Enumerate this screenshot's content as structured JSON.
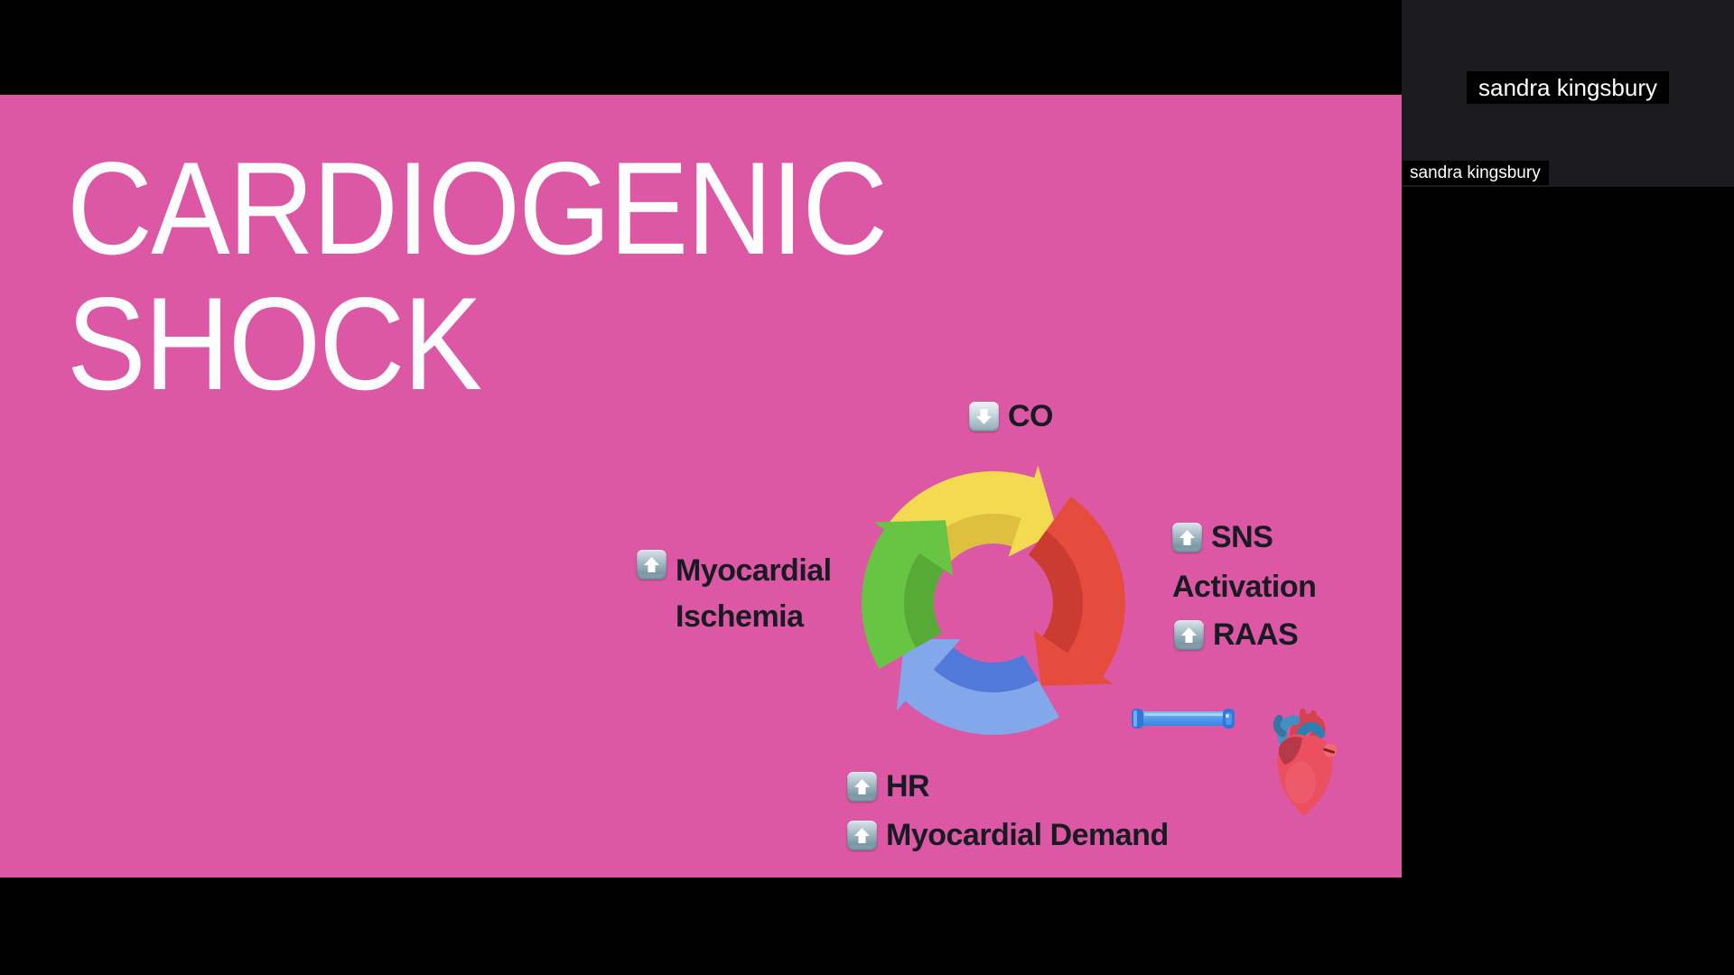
{
  "slide": {
    "title_line1": "CARDIOGENIC",
    "title_line2": "SHOCK",
    "background_color": "#dc58a4",
    "title_color": "#fdfdfd",
    "text_color": "#191a22",
    "labels": {
      "co": "CO",
      "sns": "SNS",
      "activation": "Activation",
      "raas": "RAAS",
      "hr": "HR",
      "myocardial_demand": "Myocardial Demand",
      "myocardial_ischemia_line1": "Myocardial",
      "myocardial_ischemia_line2": "Ischemia"
    },
    "icon_legend": {
      "up-arrow-icon": "increase",
      "down-arrow-icon": "decrease"
    },
    "diagram": {
      "type": "cycle",
      "direction": "clockwise",
      "arrows": [
        {
          "position": "top",
          "color": "#f3da51",
          "shade": "#dcbb3c"
        },
        {
          "position": "right",
          "color": "#e64c3e",
          "shade": "#c63a30"
        },
        {
          "position": "bottom",
          "color": "#82a7ea",
          "shade": "#4a74d8"
        },
        {
          "position": "left",
          "color": "#68c544",
          "shade": "#55a634"
        }
      ],
      "decorations": [
        "blue-tube-illustration",
        "anatomical-heart-illustration"
      ]
    }
  },
  "meeting": {
    "display_name": "sandra kingsbury",
    "name_badge": "sandra kingsbury"
  }
}
